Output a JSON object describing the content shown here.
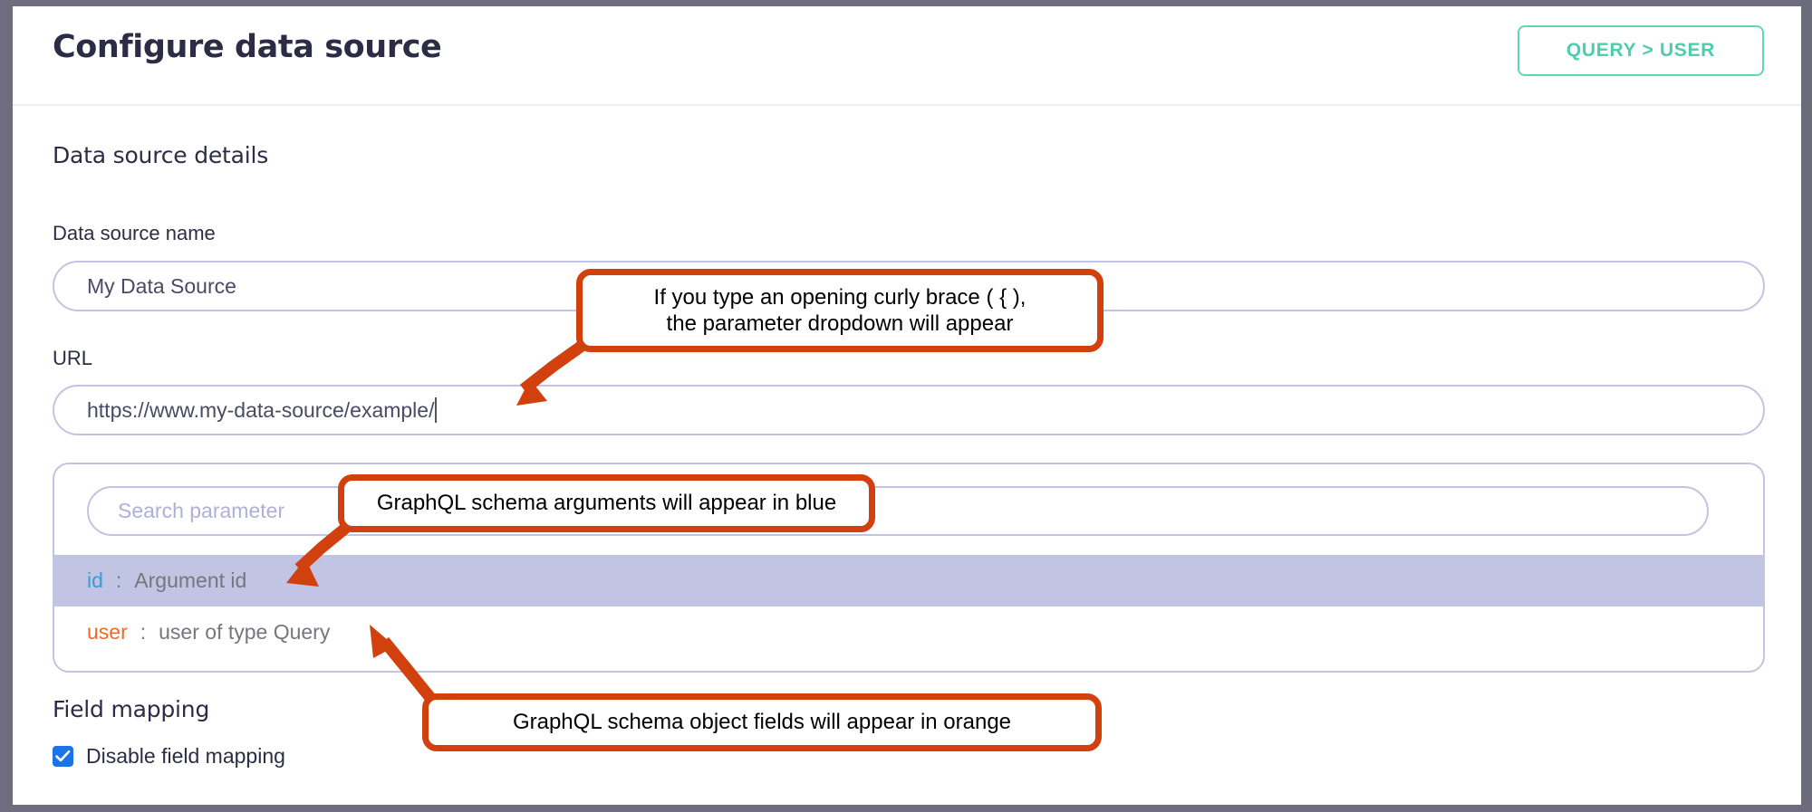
{
  "window": {
    "frame_color": "#6e6c7e"
  },
  "header": {
    "title": "Configure data source",
    "query_button_label": "QUERY > USER",
    "accent_color": "#5fd6b4"
  },
  "sections": {
    "data_source_details_heading": "Data source details",
    "field_mapping_heading": "Field mapping"
  },
  "form": {
    "name_label": "Data source name",
    "name_value": "My Data Source",
    "name_placeholder": "Data source name",
    "url_label": "URL",
    "url_value": "https://www.my-data-source/example/",
    "url_placeholder": "URL"
  },
  "parameter_dropdown": {
    "search_placeholder": "Search parameter",
    "search_value": "",
    "items": [
      {
        "key": "id",
        "separator": ":",
        "description": "Argument id",
        "key_color": "#3b9ad4",
        "kind": "argument",
        "highlighted": true
      },
      {
        "key": "user",
        "separator": ":",
        "description": "user of type Query",
        "key_color": "#f0692a",
        "kind": "object-field",
        "highlighted": false
      }
    ],
    "highlight_color": "#c2c4e4"
  },
  "field_mapping": {
    "disable_label": "Disable field mapping",
    "disable_checked": true,
    "checkbox_color": "#1a73e8"
  },
  "annotations": {
    "border_color": "#d1400d",
    "callouts": [
      {
        "line1": "If you type an opening curly brace ( { ),",
        "line2": "the parameter dropdown will appear"
      },
      {
        "line1": "GraphQL schema arguments will appear in blue",
        "line2": ""
      },
      {
        "line1": "GraphQL schema object fields will appear in orange",
        "line2": ""
      }
    ]
  }
}
